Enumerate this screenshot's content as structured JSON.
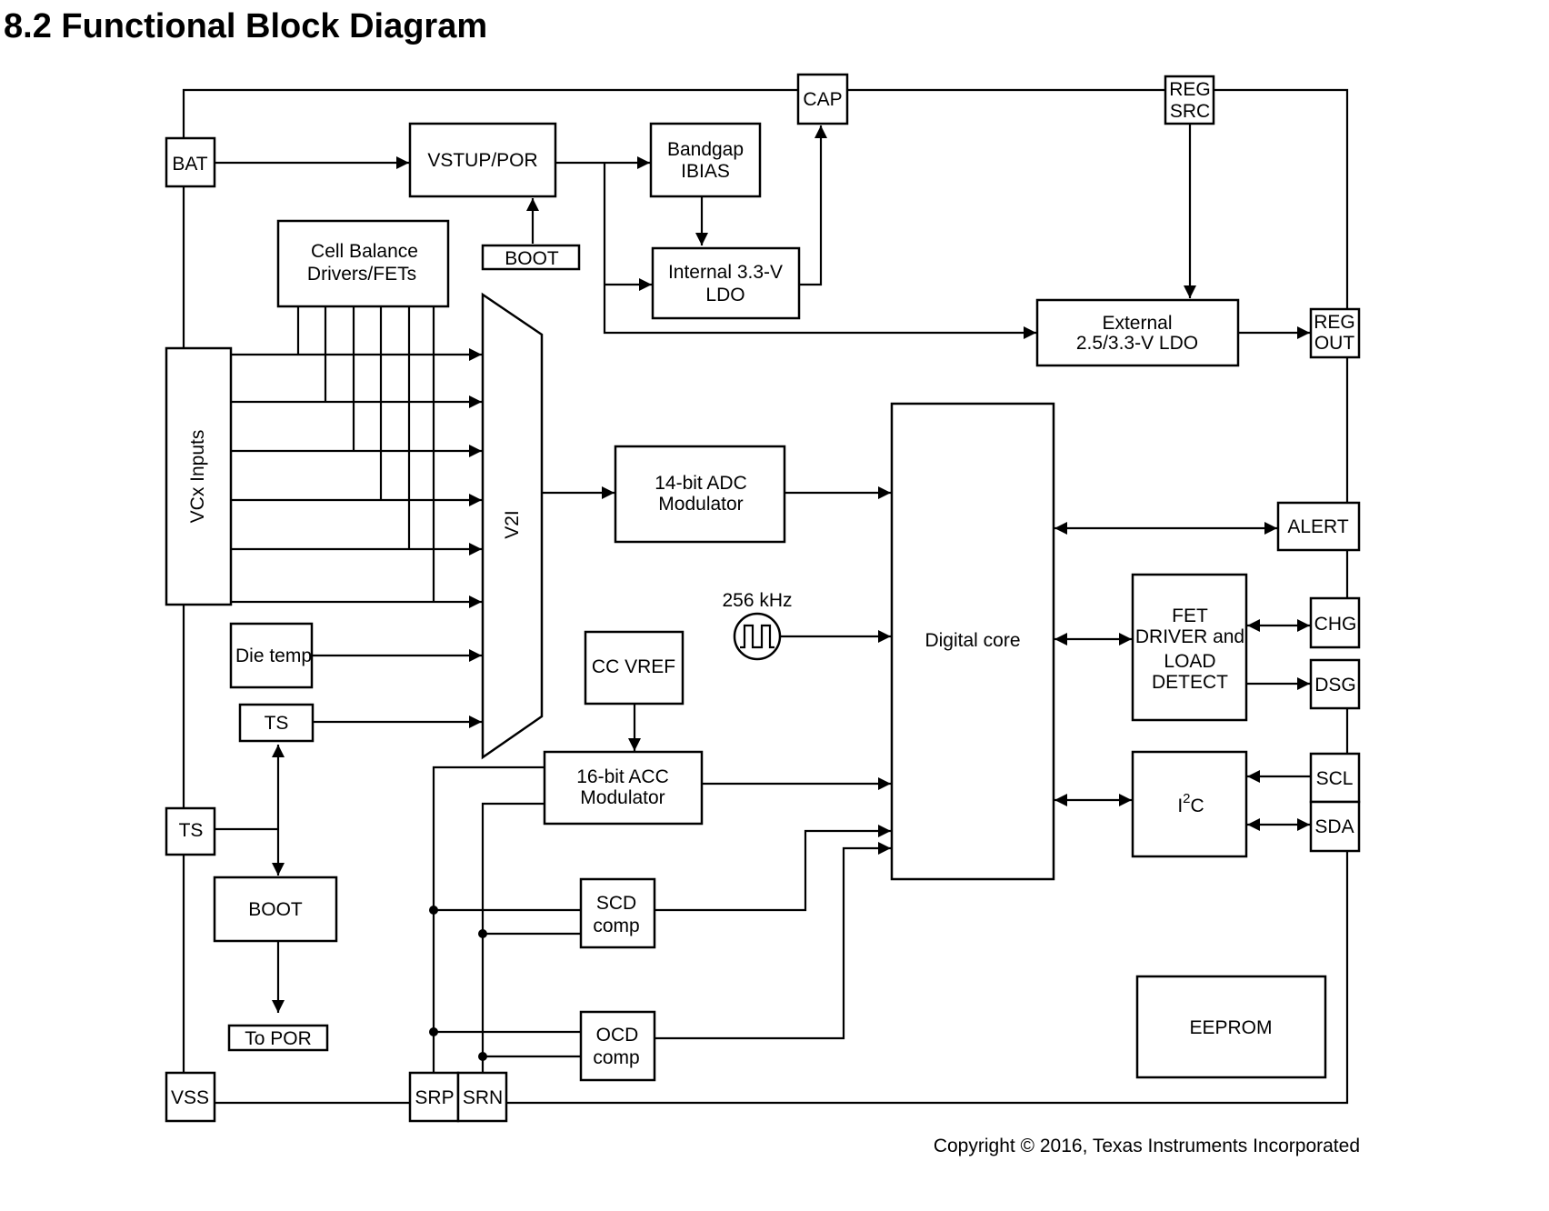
{
  "title": "8.2 Functional Block Diagram",
  "copyright": "Copyright © 2016, Texas Instruments Incorporated",
  "pins": {
    "bat": "BAT",
    "cap": "CAP",
    "reg_src": [
      "REG",
      "SRC"
    ],
    "reg_out": [
      "REG",
      "OUT"
    ],
    "vcx_inputs": "VCx Inputs",
    "ts_pin": "TS",
    "vss": "VSS",
    "srp": "SRP",
    "srn": "SRN",
    "alert": "ALERT",
    "chg": "CHG",
    "dsg": "DSG",
    "scl": "SCL",
    "sda": "SDA"
  },
  "blocks": {
    "vstup_por": "VSTUP/POR",
    "bandgap": [
      "Bandgap",
      "IBIAS"
    ],
    "boot_top": "BOOT",
    "ldo_internal": [
      "Internal 3.3-V",
      "LDO"
    ],
    "cell_balance": [
      "Cell Balance",
      "Drivers/FETs"
    ],
    "ldo_external": [
      "External",
      "2.5/3.3-V LDO"
    ],
    "v2i": "V2I",
    "adc": [
      "14-bit ADC",
      "Modulator"
    ],
    "clock": "256 kHz",
    "digital_core": "Digital core",
    "fet_driver": [
      "FET",
      "DRIVER and",
      "LOAD",
      "DETECT"
    ],
    "die_temp": "Die temp",
    "ts_internal": "TS",
    "cc_vref": "CC VREF",
    "acc": [
      "16-bit ACC",
      "Modulator"
    ],
    "i2c_main": "I",
    "i2c_sup": "2",
    "i2c_end": "C",
    "boot_bottom": "BOOT",
    "to_por": "To POR",
    "scd": [
      "SCD",
      "comp"
    ],
    "ocd": [
      "OCD",
      "comp"
    ],
    "eeprom": "EEPROM"
  }
}
